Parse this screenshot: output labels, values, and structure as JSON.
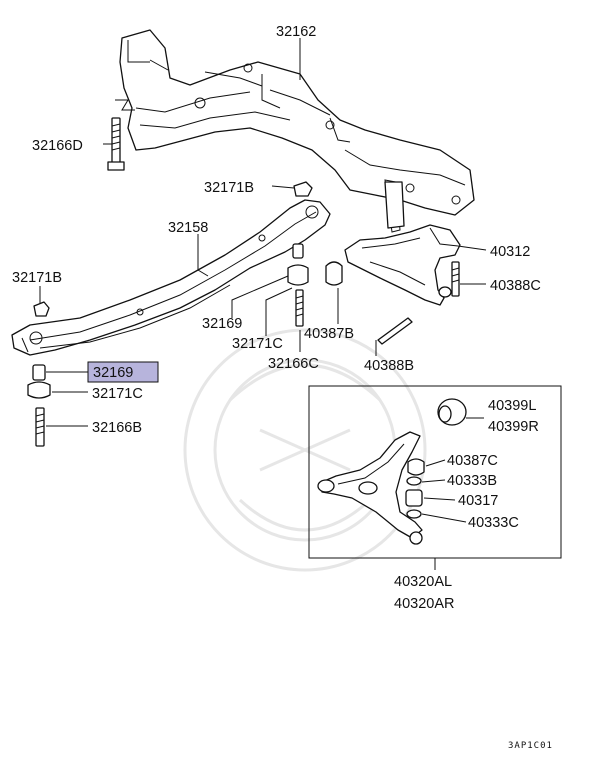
{
  "labels": {
    "p32162": "32162",
    "p32166D": "32166D",
    "p32171B_top": "32171B",
    "p32158": "32158",
    "p32171B_left": "32171B",
    "p32169_mid": "32169",
    "p32171C_mid": "32171C",
    "p40387B": "40387B",
    "p32166C": "32166C",
    "p40388B": "40388B",
    "p40312": "40312",
    "p40388C": "40388C",
    "p32169_hl": "32169",
    "p32171C_left": "32171C",
    "p32166B": "32166B",
    "p40399L": "40399L",
    "p40399R": "40399R",
    "p40387C": "40387C",
    "p40333B": "40333B",
    "p40317": "40317",
    "p40333C": "40333C",
    "p40320AL": "40320AL",
    "p40320AR": "40320AR"
  },
  "diagram_code": "3AP1C01",
  "colors": {
    "highlight": "#b7b4dc",
    "line": "#111111",
    "watermark": "#e6e6e6"
  }
}
